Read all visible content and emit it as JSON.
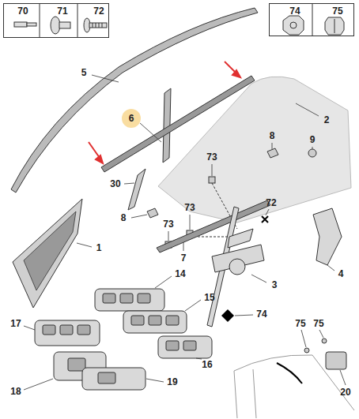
{
  "diagram": {
    "nodes": [
      {
        "text": [
          "70",
          "71",
          "72"
        ]
      },
      {
        "text": [
          "74",
          "75"
        ]
      }
    ],
    "labels": [
      "5",
      "6",
      "2",
      "8",
      "9",
      "30",
      "73",
      "73",
      "73",
      "72",
      "8",
      "1",
      "7",
      "4",
      "3",
      "14",
      "15",
      "17",
      "74",
      "16",
      "75",
      "75",
      "18",
      "19",
      "20"
    ]
  }
}
